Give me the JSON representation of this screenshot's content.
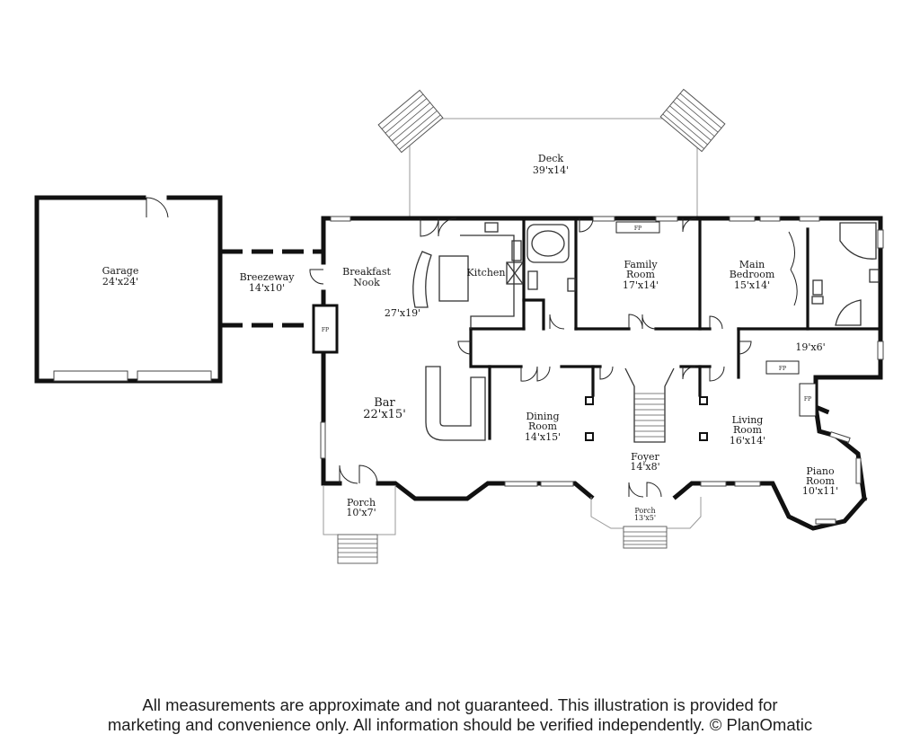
{
  "rooms": {
    "deck": {
      "name": "Deck",
      "dim": "39'x14'"
    },
    "garage": {
      "name": "Garage",
      "dim": "24'x24'"
    },
    "breezeway": {
      "name": "Breezeway",
      "dim": "14'x10'"
    },
    "breakfast": {
      "line1": "Breakfast",
      "line2": "Nook"
    },
    "kitchen": {
      "name": "Kitchen",
      "dim": "27'x19'"
    },
    "family": {
      "line1": "Family",
      "line2": "Room",
      "dim": "17'x14'"
    },
    "main_bedroom": {
      "line1": "Main",
      "line2": "Bedroom",
      "dim": "15'x14'"
    },
    "closet": {
      "dim": "19'x6'"
    },
    "bar": {
      "name": "Bar",
      "dim": "22'x15'"
    },
    "dining": {
      "line1": "Dining",
      "line2": "Room",
      "dim": "14'x15'"
    },
    "living": {
      "line1": "Living",
      "line2": "Room",
      "dim": "16'x14'"
    },
    "foyer": {
      "name": "Foyer",
      "dim": "14'x8'"
    },
    "piano": {
      "line1": "Piano",
      "line2": "Room",
      "dim": "10'x11'"
    },
    "porch_left": {
      "name": "Porch",
      "dim": "10'x7'"
    },
    "porch_front": {
      "name": "Porch",
      "dim": "13'x5'"
    }
  },
  "fireplace_label": "FP",
  "disclaimer": {
    "line1": "All measurements are approximate and not guaranteed. This illustration is provided for",
    "line2": "marketing and convenience only. All information should be verified independently. © PlanOmatic"
  }
}
